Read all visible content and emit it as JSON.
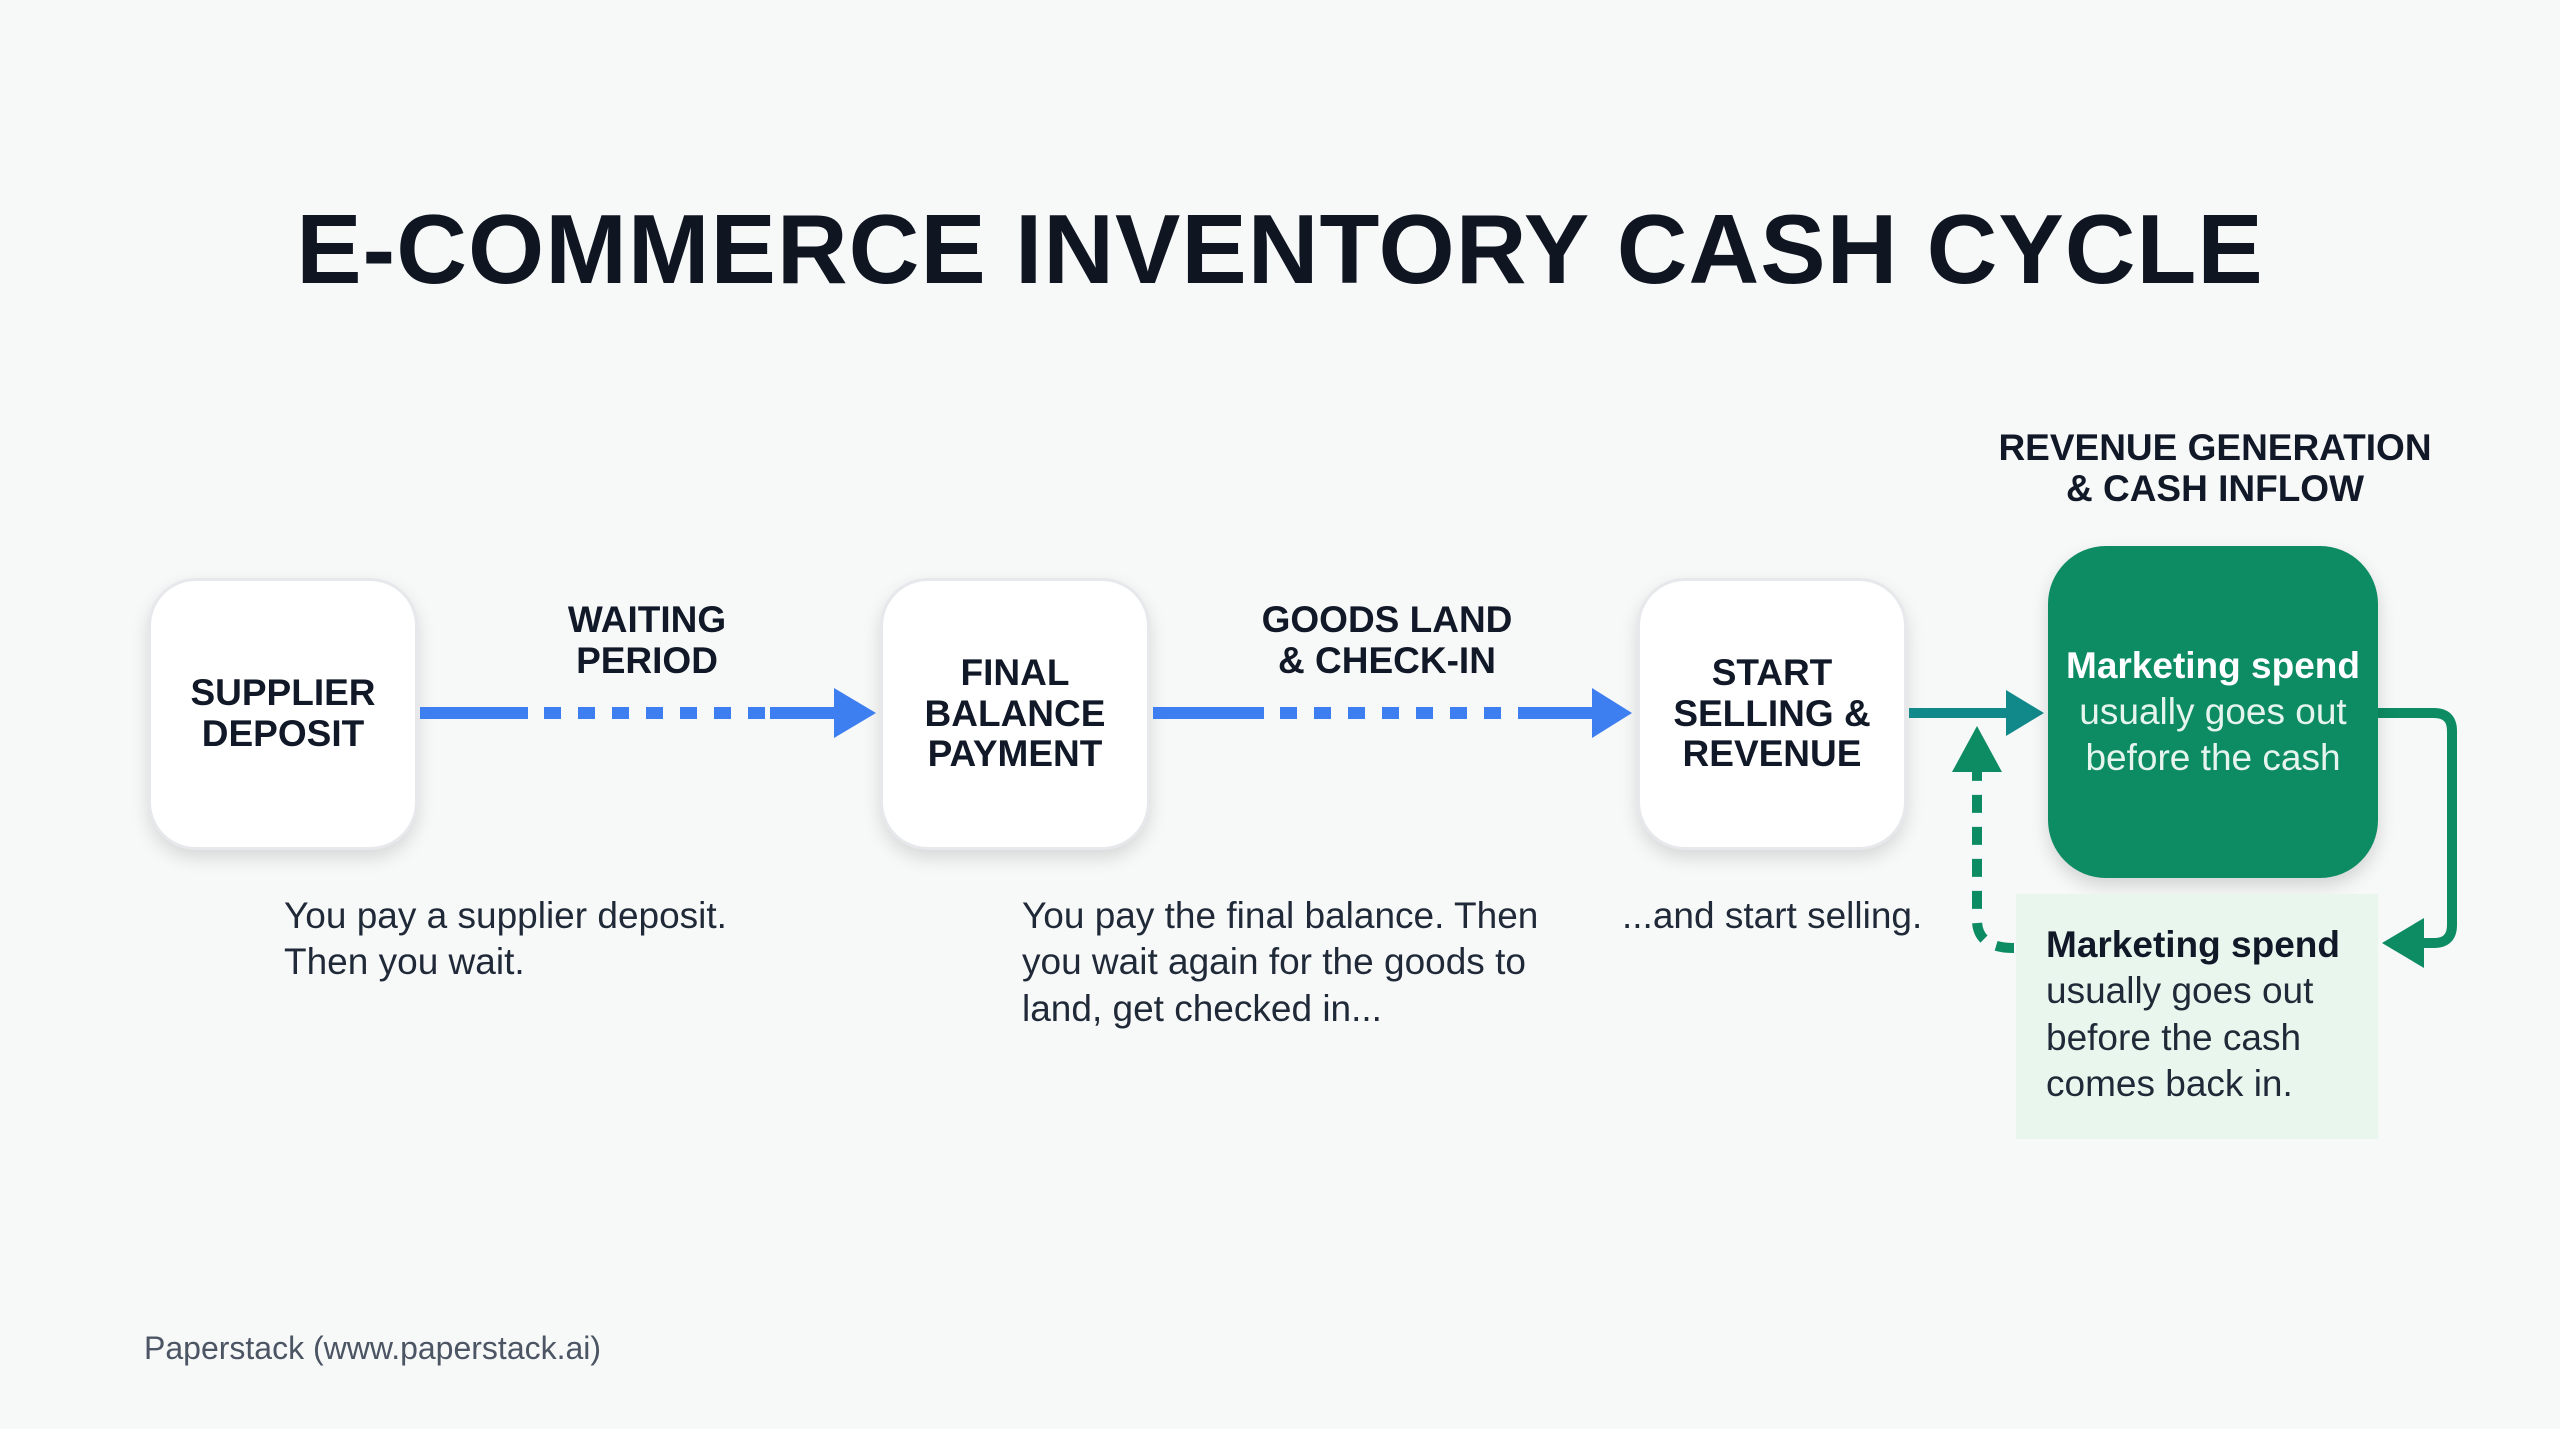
{
  "title": "E-COMMERCE INVENTORY CASH CYCLE",
  "steps": [
    {
      "label": "SUPPLIER\nDEPOSIT"
    },
    {
      "label": "FINAL\nBALANCE\nPAYMENT"
    },
    {
      "label": "START\nSELLING &\nREVENUE"
    }
  ],
  "arrow_labels": [
    "WAITING\nPERIOD",
    "GOODS LAND\n& CHECK-IN"
  ],
  "descriptions": [
    [
      "You pay a supplier deposit.",
      "Then you wait."
    ],
    [
      "You pay the final balance. Then",
      "you wait again for the goods to",
      "land, get checked in..."
    ],
    [
      "...and start selling."
    ]
  ],
  "revenue_header": "REVENUE GENERATION\n& CASH INFLOW",
  "green_card": {
    "bold": "Marketing spend",
    "lines": [
      "usually goes out",
      "before the cash"
    ]
  },
  "note": {
    "bold": "Marketing spend",
    "lines": [
      "usually goes out",
      "before the cash",
      "comes back in."
    ]
  },
  "footer": "Paperstack (www.paperstack.ai)",
  "colors": {
    "blue_arrow": "#3d7ff0",
    "teal_arrow": "#11898a",
    "green": "#0d8c63",
    "note_bg": "#e8f6ee"
  }
}
